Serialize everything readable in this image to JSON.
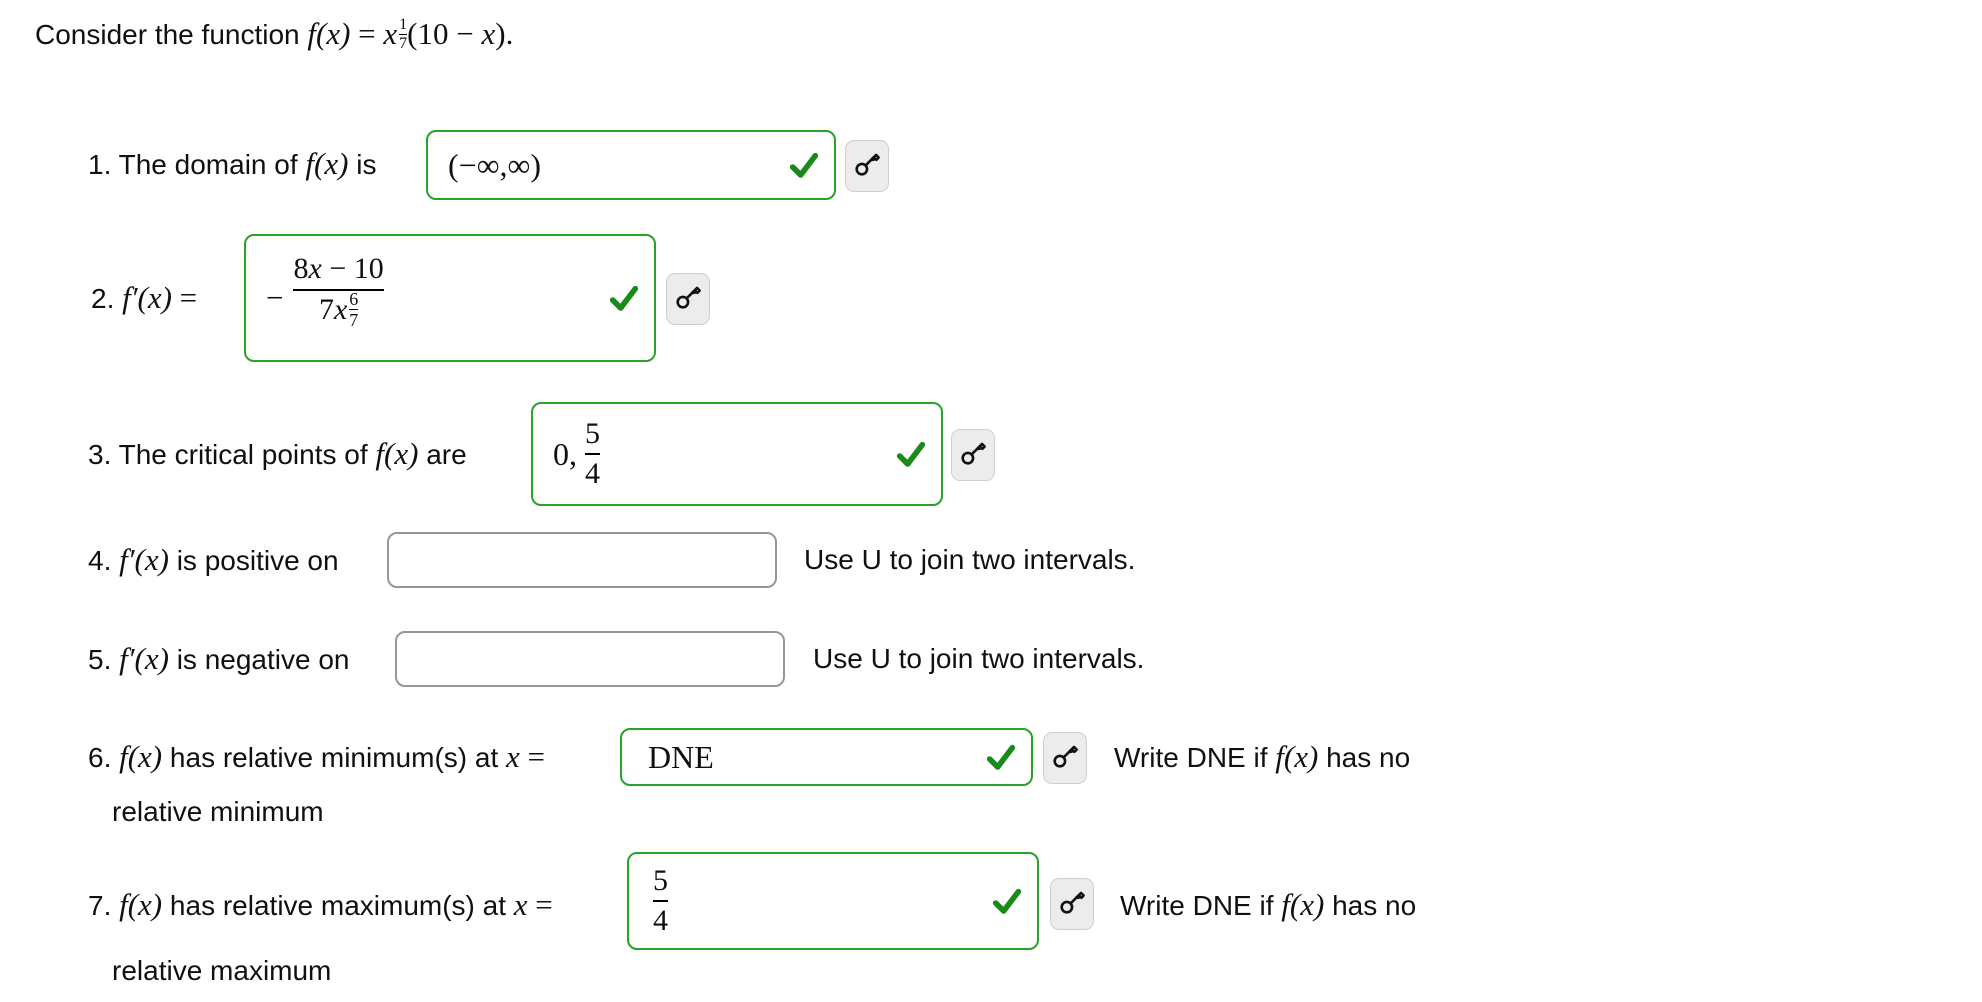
{
  "colors": {
    "correct_border_green": "#28a228",
    "check_green": "#1a8a1a",
    "empty_border_gray": "#969696",
    "key_button_bg": "#ececec",
    "key_button_border": "#cfcfcf"
  },
  "title": {
    "lead": "Consider the function ",
    "fx": "f(x)",
    "eq": " = ",
    "base": "x",
    "exp_num": "1",
    "exp_den": "7",
    "tail_open": "(10 − ",
    "tail_x": "x",
    "tail_close": ")."
  },
  "items": {
    "q1": {
      "num": "1.",
      "pre": " The domain of ",
      "fx": "f(x)",
      "post": " is",
      "answer": "(−∞,∞)"
    },
    "q2": {
      "num": "2.",
      "fprime": " f′(x)",
      "eq": " =",
      "minus": "−",
      "num_coeff": "8",
      "num_x": "x",
      "num_rest": " − 10",
      "den_coeff": "7",
      "den_x": "x",
      "den_exp_num": "6",
      "den_exp_den": "7"
    },
    "q3": {
      "num": "3.",
      "pre": " The critical points of ",
      "fx": "f(x)",
      "post": " are",
      "ans_first": "0,",
      "frac_num": "5",
      "frac_den": "4"
    },
    "q4": {
      "num": "4.",
      "fprime": " f′(x)",
      "post": " is positive on",
      "hint": "Use U to join two intervals."
    },
    "q5": {
      "num": "5.",
      "fprime": " f′(x)",
      "post": " is negative on",
      "hint": "Use U to join two intervals."
    },
    "q6": {
      "num": "6.",
      "fx": " f(x)",
      "post": " has relative minimum(s) at ",
      "xvar": "x",
      "eq": " =",
      "answer": "DNE",
      "note_pre": "Write DNE if ",
      "note_fx": "f(x)",
      "note_post": " has no",
      "note_line2": "relative minimum"
    },
    "q7": {
      "num": "7.",
      "fx": " f(x)",
      "post": " has relative maximum(s) at ",
      "xvar": "x",
      "eq": " =",
      "frac_num": "5",
      "frac_den": "4",
      "note_pre": "Write DNE if ",
      "note_fx": "f(x)",
      "note_post": " has no",
      "note_line2": "relative maximum"
    }
  }
}
